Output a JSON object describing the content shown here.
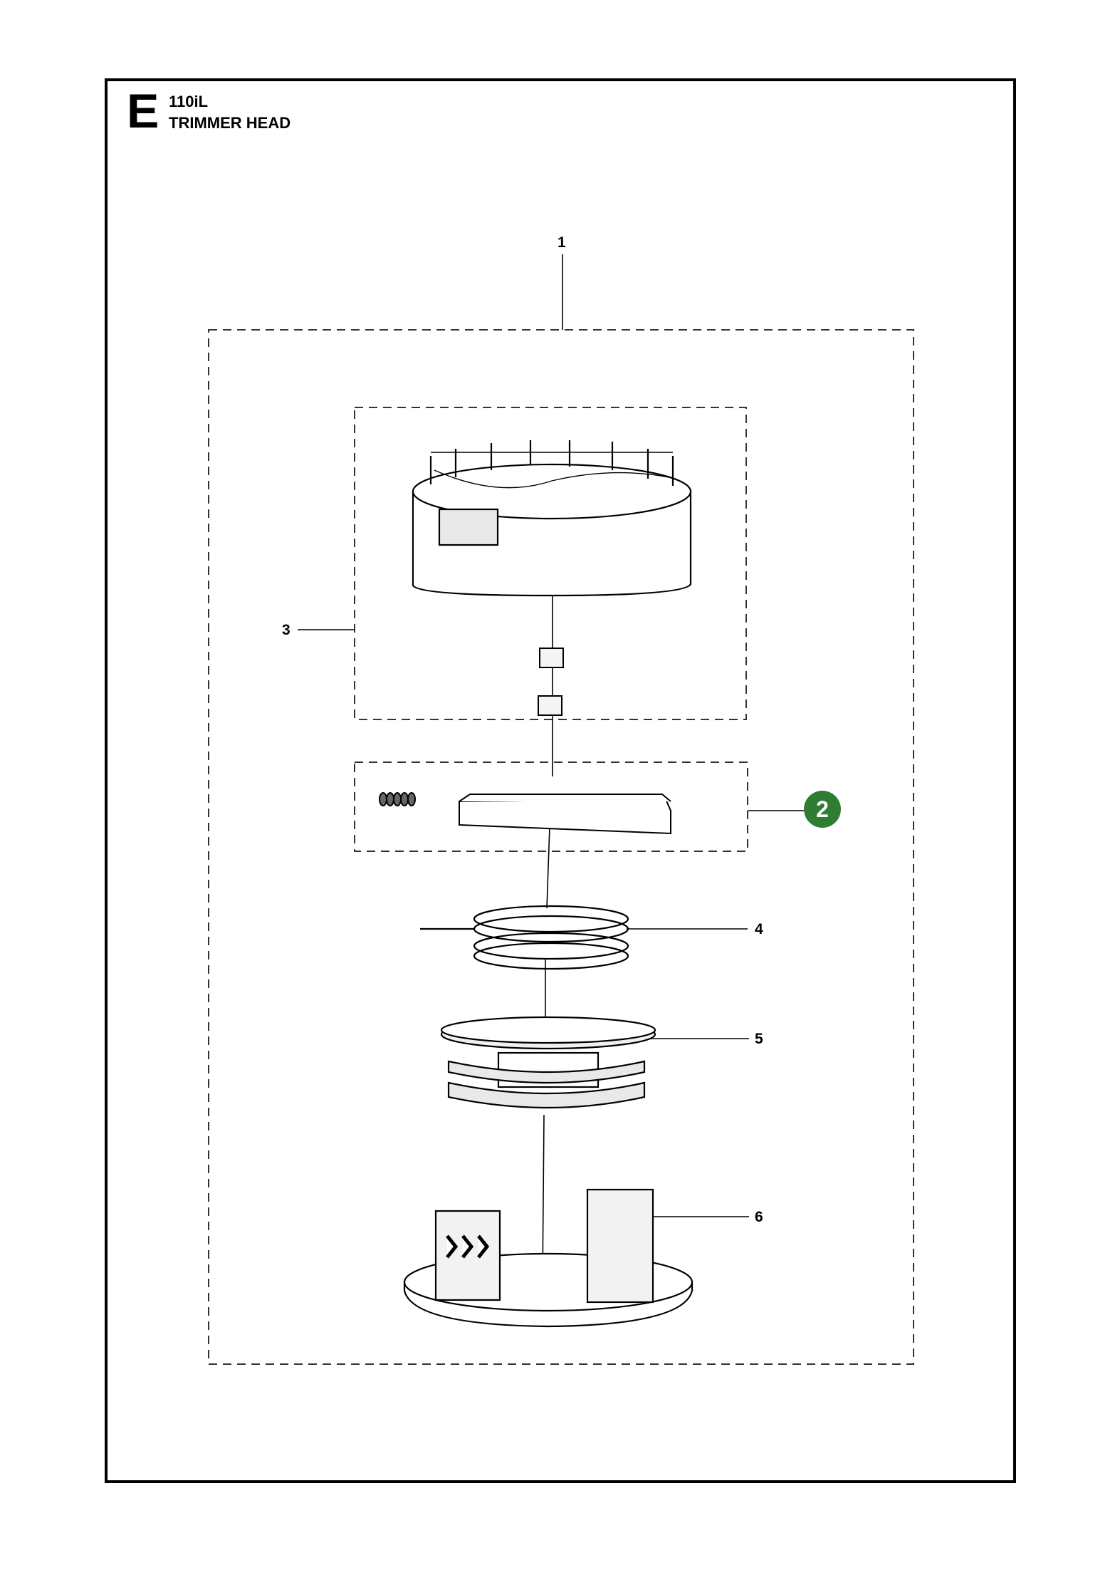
{
  "header": {
    "section_letter": "E",
    "model": "110iL",
    "title": "TRIMMER HEAD"
  },
  "callouts": [
    {
      "id": "1",
      "label": "1"
    },
    {
      "id": "2",
      "label": "2",
      "highlighted": true,
      "color": "#2e7d32"
    },
    {
      "id": "3",
      "label": "3"
    },
    {
      "id": "4",
      "label": "4"
    },
    {
      "id": "5",
      "label": "5"
    },
    {
      "id": "6",
      "label": "6"
    }
  ]
}
